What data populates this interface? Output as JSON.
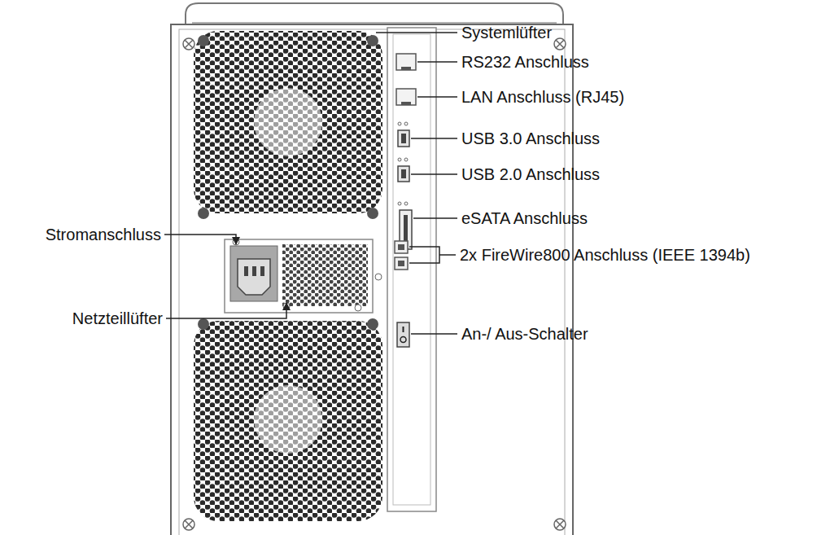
{
  "diagram": {
    "labels": [
      "Systemlüfter",
      "RS232 Anschluss",
      "LAN Anschluss (RJ45)",
      "USB 3.0 Anschluss",
      "USB 2.0 Anschluss",
      "Stromanschluss",
      "eSATA Anschluss",
      "Netzteillüfter",
      "2x FireWire800 Anschluss (IEEE 1394b)",
      "An-/ Aus-Schalter"
    ]
  }
}
